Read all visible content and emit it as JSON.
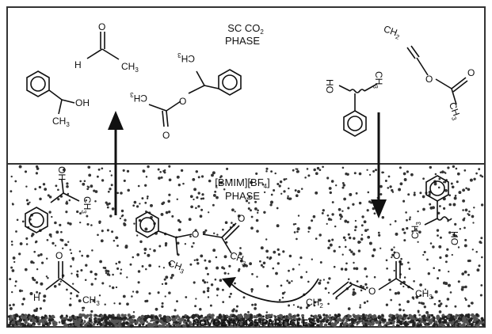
{
  "phases": {
    "scco2": {
      "line1": "SC CO",
      "sub": "2",
      "line2": "PHASE"
    },
    "ionic": {
      "line1": "[BMIM][BF",
      "sub": "4",
      "line1_end": "]",
      "line2": "PHASE"
    },
    "particles": "NOVOZYM 435 PARTICLES"
  },
  "atoms": {
    "H": "H",
    "O": "O",
    "OH": "OH",
    "HO": "HO",
    "CH3": "CH",
    "CH2": "CH",
    "sub2": "2",
    "sub3": "3"
  },
  "colors": {
    "ink": "#111111",
    "border": "#333333",
    "dots": "#333333",
    "background": "#ffffff"
  }
}
